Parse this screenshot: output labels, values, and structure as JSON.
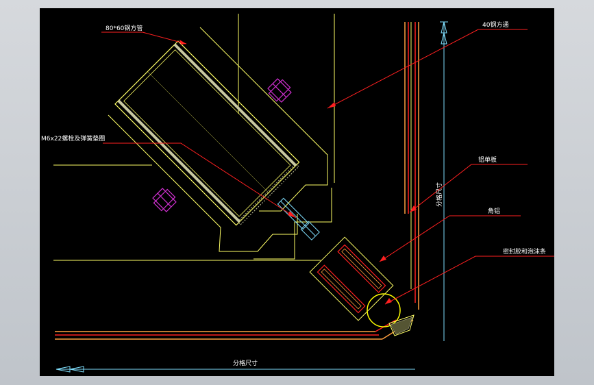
{
  "drawing": {
    "colors": {
      "background": "#000000",
      "frame_bg": "#c9cdd2",
      "outline": "#ffff66",
      "steel_fill": "#c8c8a0",
      "leader": "#ff2020",
      "dimension": "#80e0ff",
      "bolt": "#d030d0",
      "gasket": "#ffff00",
      "label_text": "#ffffff",
      "frame_red": "#ff2020",
      "frame_orange": "#ffa040"
    },
    "labels": {
      "steel_tube": "80*60钢方管",
      "square_tube": "40钢方通",
      "bolt": "M6x22螺栓及弹簧垫圈",
      "aluminum_plate": "铝单板",
      "angle_aluminum": "角铝",
      "sealant": "密封胶和泡沫条",
      "grid_size_horizontal": "分格尺寸",
      "grid_size_vertical": "分格尺寸"
    }
  }
}
